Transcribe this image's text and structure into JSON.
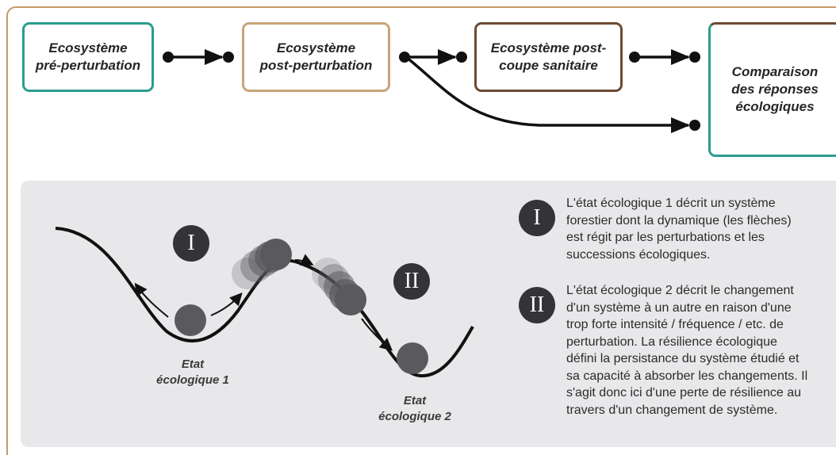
{
  "boxes": {
    "pre": "Ecosystème\npré-perturbation",
    "post": "Ecosystème\npost-perturbation",
    "sanitaire": "Ecosystème post-\ncoupe sanitaire",
    "comparaison": "Comparaison\ndes réponses\nécologiques"
  },
  "states": {
    "state1": "Etat\nécologique 1",
    "state2": "Etat\nécologique 2"
  },
  "markers": {
    "one": "I",
    "two": "II"
  },
  "descriptions": {
    "one": "L'état écologique 1 décrit un système\nforestier dont la dynamique (les flèches)\nest régit par les perturbations et les\nsuccessions écologiques.",
    "two": "L'état écologique 2 décrit le changement\nd'un système à un autre en raison d'une\ntrop forte intensité / fréquence / etc. de\nperturbation. La résilience écologique\ndéfini la persistance du système étudié et\nsa capacité à absorber les changements. Il\ns'agit donc ici d'une perte de résilience au\ntravers d'un changement de système."
  },
  "colors": {
    "teal": "#2a9d8f",
    "tan": "#c9a47a",
    "brown": "#6b4a33",
    "panel": "#e8e8ea",
    "ball": "#5a5a5e"
  }
}
